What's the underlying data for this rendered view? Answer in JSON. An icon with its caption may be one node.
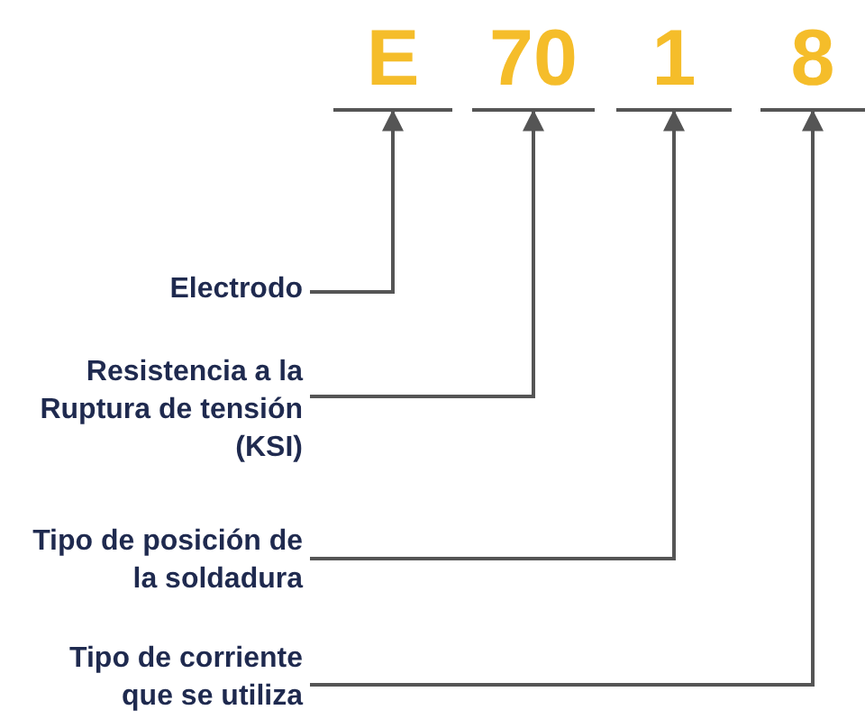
{
  "diagram": {
    "nodes": [
      {
        "text": [
          "E"
        ]
      },
      {
        "text": [
          "70"
        ]
      },
      {
        "text": [
          "1"
        ]
      },
      {
        "text": [
          "8"
        ]
      },
      {
        "text": [
          "Electrodo"
        ]
      },
      {
        "text": [
          "Resistencia a la Ruptura de tensión (KSI)"
        ]
      },
      {
        "text": [
          "Tipo de posición de la soldadura"
        ]
      },
      {
        "text": [
          "Tipo de corriente que se utiliza"
        ]
      }
    ],
    "edges": [
      {
        "from": 4,
        "to": 0,
        "arrow": "to"
      },
      {
        "from": 5,
        "to": 1,
        "arrow": "to"
      },
      {
        "from": 6,
        "to": 2,
        "arrow": "to"
      },
      {
        "from": 7,
        "to": 3,
        "arrow": "to"
      }
    ]
  }
}
